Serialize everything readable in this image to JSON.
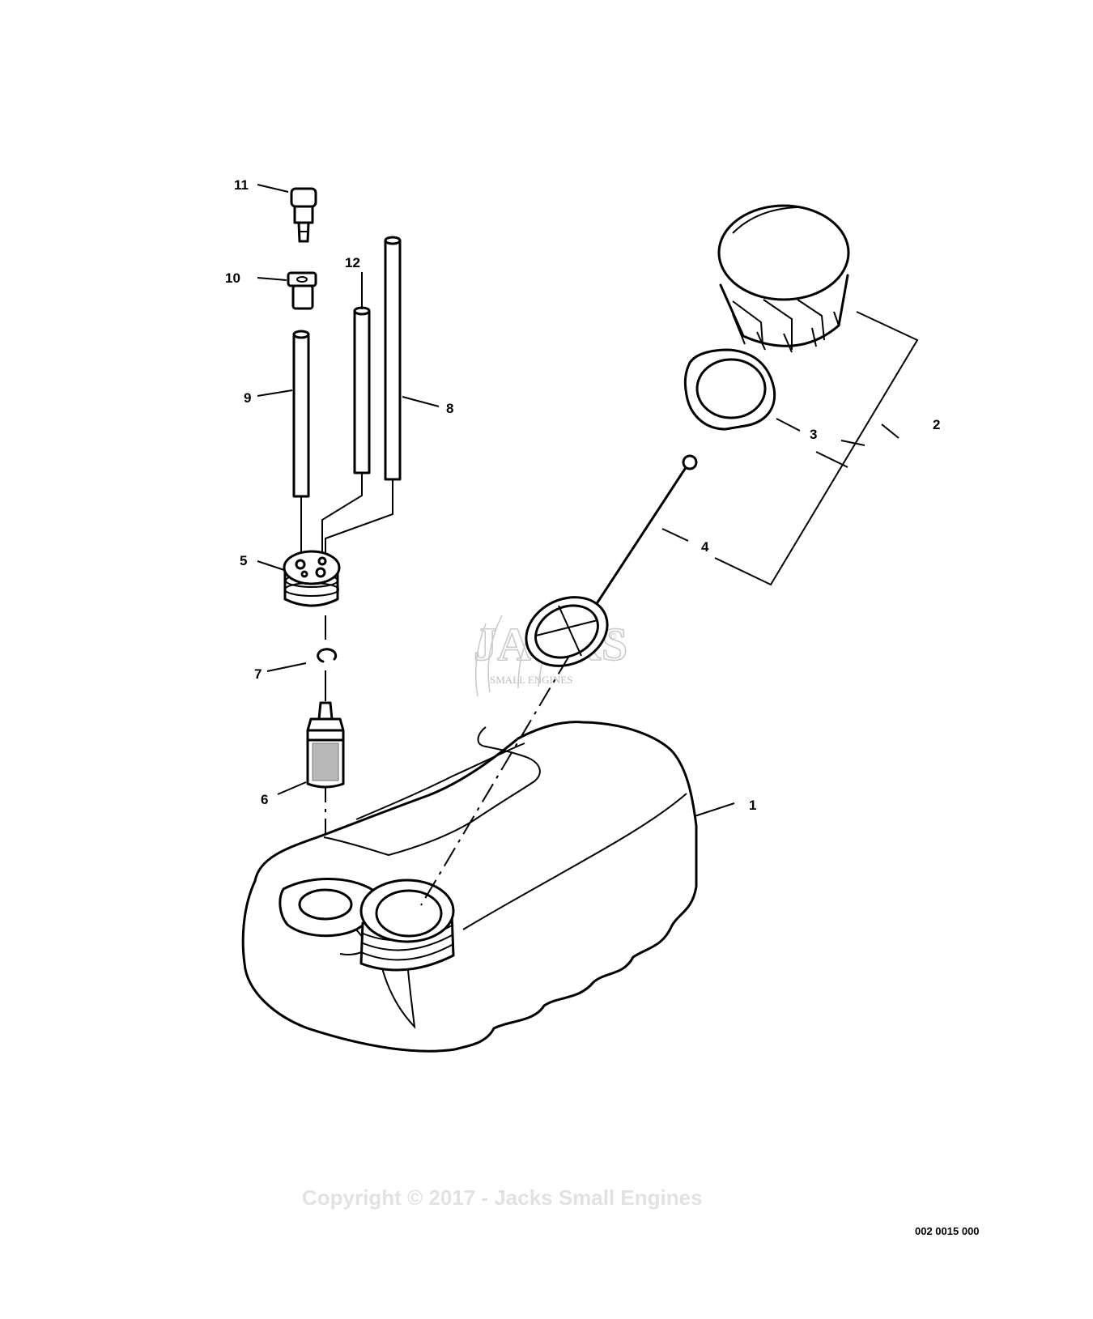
{
  "diagram": {
    "callouts": [
      {
        "id": "1",
        "label": "1"
      },
      {
        "id": "2",
        "label": "2"
      },
      {
        "id": "3",
        "label": "3"
      },
      {
        "id": "4",
        "label": "4"
      },
      {
        "id": "5",
        "label": "5"
      },
      {
        "id": "6",
        "label": "6"
      },
      {
        "id": "7",
        "label": "7"
      },
      {
        "id": "8",
        "label": "8"
      },
      {
        "id": "9",
        "label": "9"
      },
      {
        "id": "10",
        "label": "10"
      },
      {
        "id": "11",
        "label": "11"
      },
      {
        "id": "12",
        "label": "12"
      }
    ],
    "drawing_code": "002 0015 000",
    "copyright": "Copyright © 2017 - Jacks Small Engines",
    "watermark": {
      "brand": "JACKS",
      "reg_mark": "©",
      "tagline": "SMALL ENGINES"
    }
  }
}
